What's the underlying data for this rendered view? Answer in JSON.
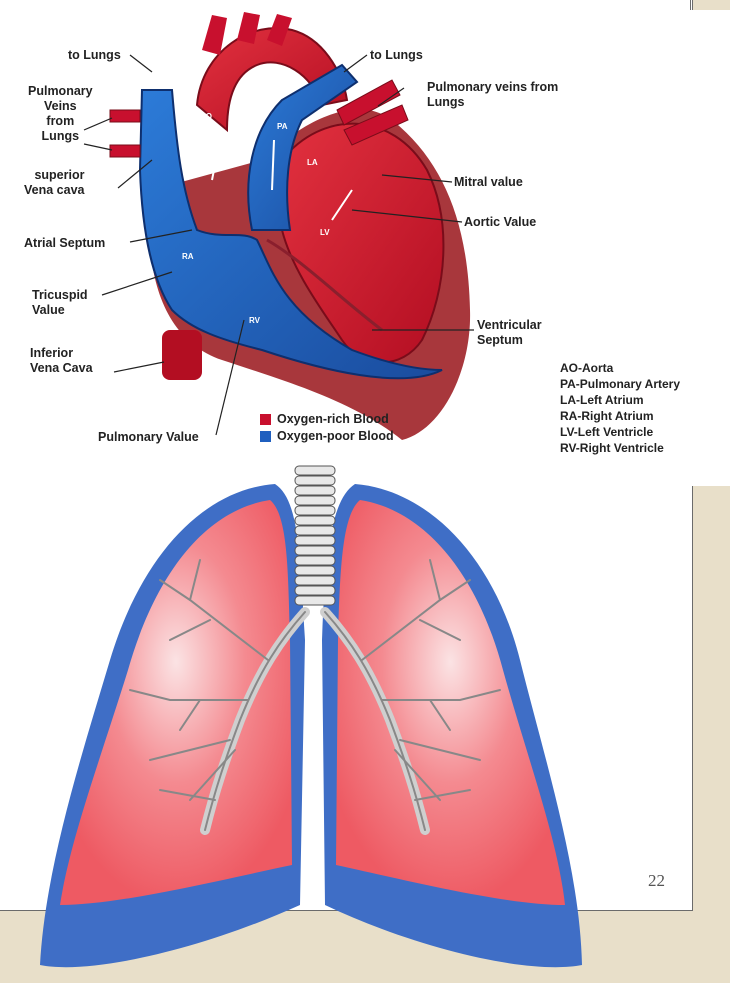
{
  "heart": {
    "labels": {
      "to_lungs_left": "to Lungs",
      "to_lungs_right": "to Lungs",
      "pulm_veins_left": "Pulmonary\nVeins\nfrom\nLungs",
      "pulm_veins_right": "Pulmonary veins from\nLungs",
      "superior_vena_cava": "superior\nVena cava",
      "mitral": "Mitral value",
      "aortic": "Aortic Value",
      "atrial_septum": "Atrial Septum",
      "tricuspid": "Tricuspid\nValue",
      "ventricular_septum": "Ventricular\nSeptum",
      "inferior_vena_cava": "Inferior\nVena Cava",
      "pulmonary_valve": "Pulmonary Value"
    },
    "chambers": {
      "ao": "AO",
      "pa": "PA",
      "la": "LA",
      "lv": "LV",
      "ra": "RA",
      "rv": "RV"
    },
    "legend": {
      "oxygen_rich": "Oxygen-rich Blood",
      "oxygen_poor": "Oxygen-poor Blood"
    },
    "abbreviations": [
      "AO-Aorta",
      "PA-Pulmonary Artery",
      "LA-Left Atrium",
      "RA-Right Atrium",
      "LV-Left Ventricle",
      "RV-Right Ventricle"
    ]
  },
  "page_number": "22",
  "colors": {
    "oxygen_rich": "#c8102e",
    "oxygen_poor": "#1f5fbf",
    "lung_fill": "#f2737a",
    "lung_outline": "#3f6ec6",
    "background": "#e8dfc9"
  }
}
